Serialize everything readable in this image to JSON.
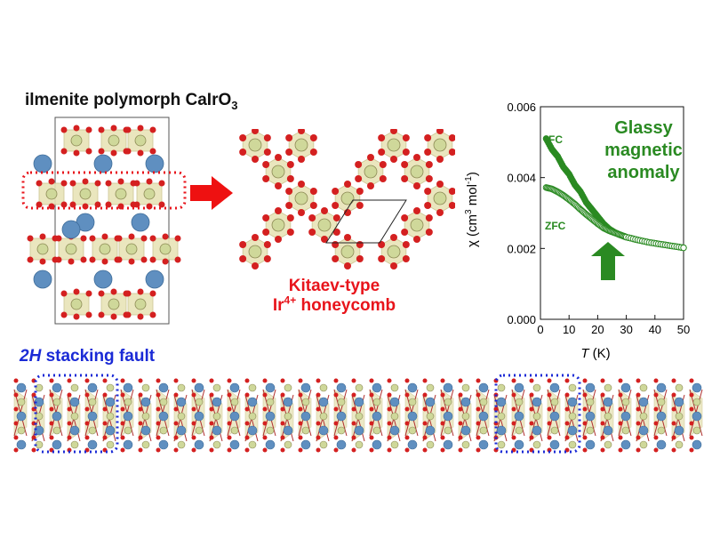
{
  "labels": {
    "title_main": "ilmenite polymorph CaIrO",
    "title_sub": "3",
    "kitaev_line1": "Kitaev-type",
    "kitaev_ir": "Ir",
    "kitaev_sup": "4+",
    "kitaev_line2_rest": " honeycomb",
    "stacking_italic": "2H",
    "stacking_rest": " stacking fault",
    "glassy_1": "Glassy",
    "glassy_2": "magnetic",
    "glassy_3": "anomaly"
  },
  "colors": {
    "ca_atom": "#5f8fc0",
    "ir_atom": "#cfd89a",
    "o_atom": "#d42020",
    "octahedron": "#e8e4b8",
    "arrow_red": "#ee1111",
    "green": "#2a8a22",
    "dotted_red": "#e8141b",
    "dotted_blue": "#1a2ad6"
  },
  "chart_data": {
    "type": "scatter",
    "xlabel_italic": "T",
    "xlabel_rest": " (K)",
    "ylabel": "χ (cm",
    "ylabel_sup1": "3",
    "ylabel_mid": " mol",
    "ylabel_sup2": "-1",
    "ylabel_end": ")",
    "xlim": [
      0,
      50
    ],
    "ylim": [
      0,
      0.006
    ],
    "xticks": [
      "0",
      "10",
      "20",
      "30",
      "40",
      "50"
    ],
    "yticks": [
      "0.000",
      "0.002",
      "0.004",
      "0.006"
    ],
    "series": [
      {
        "name": "FC",
        "x": [
          2,
          4,
          6,
          8,
          10,
          12,
          14,
          16,
          18,
          20,
          22,
          24,
          26,
          28,
          30,
          34,
          38,
          42,
          46,
          50
        ],
        "y": [
          0.0051,
          0.0048,
          0.0046,
          0.0043,
          0.0041,
          0.0038,
          0.0036,
          0.0033,
          0.0031,
          0.0029,
          0.0027,
          0.00255,
          0.00245,
          0.00238,
          0.00232,
          0.00224,
          0.00217,
          0.00212,
          0.00207,
          0.00202
        ]
      },
      {
        "name": "ZFC",
        "x": [
          2,
          4,
          6,
          8,
          10,
          12,
          14,
          16,
          18,
          20,
          22,
          24,
          26,
          28,
          30,
          34,
          38,
          42,
          46,
          50
        ],
        "y": [
          0.00372,
          0.00368,
          0.0036,
          0.0035,
          0.00338,
          0.00325,
          0.0031,
          0.00296,
          0.00283,
          0.0027,
          0.00258,
          0.0025,
          0.00244,
          0.00238,
          0.00232,
          0.00224,
          0.00217,
          0.00212,
          0.00207,
          0.00202
        ]
      }
    ]
  }
}
